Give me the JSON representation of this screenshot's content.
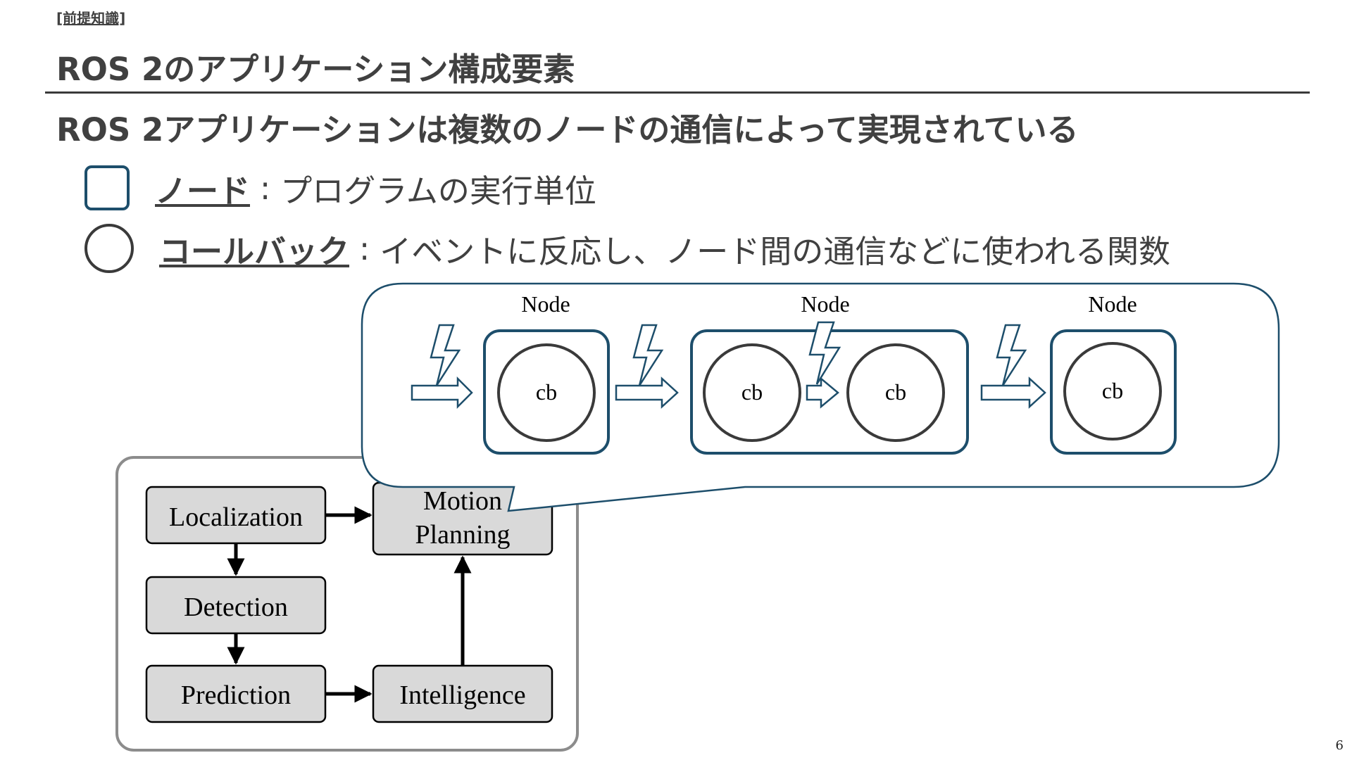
{
  "header": {
    "prerequisite_tag": "[前提知識]",
    "title": "ROS 2のアプリケーション構成要素",
    "subtitle": "ROS 2アプリケーションは複数のノードの通信によって実現されている"
  },
  "legend": [
    {
      "symbol": "square",
      "term": "ノード",
      "colon": ":",
      "description": "プログラムの実行単位"
    },
    {
      "symbol": "circle",
      "term": "コールバック",
      "colon": ":",
      "description": "イベントに反応し、ノード間の通信などに使われる関数"
    }
  ],
  "pipeline": {
    "blocks": {
      "localization": "Localization",
      "detection": "Detection",
      "prediction": "Prediction",
      "motion_planning_line1": "Motion",
      "motion_planning_line2": "Planning",
      "intelligence": "Intelligence"
    }
  },
  "callout": {
    "nodes": [
      {
        "label": "Node",
        "callbacks": [
          "cb"
        ]
      },
      {
        "label": "Node",
        "callbacks": [
          "cb",
          "cb"
        ]
      },
      {
        "label": "Node",
        "callbacks": [
          "cb"
        ]
      }
    ]
  },
  "page_number": "6",
  "colors": {
    "node_border": "#1d4e6b",
    "text": "#404040",
    "block_fill": "#d9d9d9"
  }
}
